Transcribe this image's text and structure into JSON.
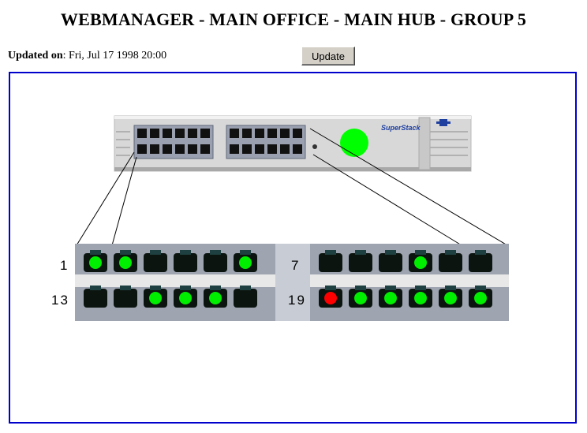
{
  "header": {
    "title": "WEBMANAGER - MAIN OFFICE - MAIN HUB - GROUP 5"
  },
  "status": {
    "updated_label": "Updated on",
    "updated_value": ": Fri, Jul 17 1998 20:00"
  },
  "toolbar": {
    "update_label": "Update"
  },
  "hub": {
    "brand": "SuperStack",
    "led_color": "#00ff00",
    "port_labels": {
      "row1_left": "1",
      "row1_right": "7",
      "row2_left": "13",
      "row2_right": "19"
    },
    "ports": [
      {
        "port": 1,
        "status": "green"
      },
      {
        "port": 2,
        "status": "green"
      },
      {
        "port": 3,
        "status": "off"
      },
      {
        "port": 4,
        "status": "off"
      },
      {
        "port": 5,
        "status": "off"
      },
      {
        "port": 6,
        "status": "green"
      },
      {
        "port": 7,
        "status": "off"
      },
      {
        "port": 8,
        "status": "off"
      },
      {
        "port": 9,
        "status": "off"
      },
      {
        "port": 10,
        "status": "green"
      },
      {
        "port": 11,
        "status": "off"
      },
      {
        "port": 12,
        "status": "off"
      },
      {
        "port": 13,
        "status": "off"
      },
      {
        "port": 14,
        "status": "off"
      },
      {
        "port": 15,
        "status": "green"
      },
      {
        "port": 16,
        "status": "green"
      },
      {
        "port": 17,
        "status": "green"
      },
      {
        "port": 18,
        "status": "off"
      },
      {
        "port": 19,
        "status": "red"
      },
      {
        "port": 20,
        "status": "green"
      },
      {
        "port": 21,
        "status": "green"
      },
      {
        "port": 22,
        "status": "green"
      },
      {
        "port": 23,
        "status": "green"
      },
      {
        "port": 24,
        "status": "green"
      }
    ],
    "status_colors": {
      "green": "#00ee00",
      "red": "#ff0000"
    }
  }
}
